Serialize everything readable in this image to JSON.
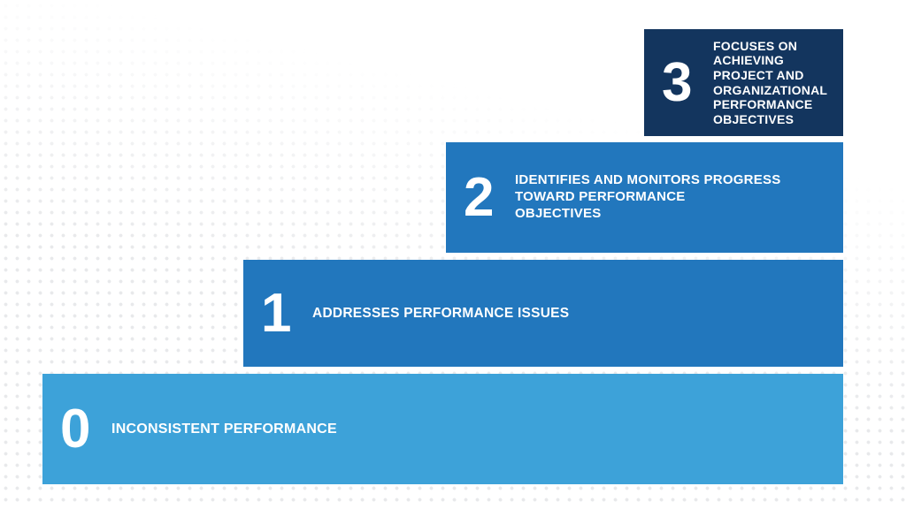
{
  "background": {
    "dot_color": "#e7e8ea"
  },
  "text_color": "#ffffff",
  "levels": [
    {
      "number": "0",
      "label": "INCONSISTENT PERFORMANCE",
      "color": "#3da2d9"
    },
    {
      "number": "1",
      "label": "ADDRESSES PERFORMANCE ISSUES",
      "color": "#2277bd"
    },
    {
      "number": "2",
      "label": "IDENTIFIES AND MONITORS PROGRESS\nTOWARD PERFORMANCE\nOBJECTIVES",
      "color": "#2277bd"
    },
    {
      "number": "3",
      "label": "FOCUSES ON\nACHIEVING\nPROJECT AND\nORGANIZATIONAL\nPERFORMANCE\nOBJECTIVES",
      "color": "#13355e"
    }
  ]
}
